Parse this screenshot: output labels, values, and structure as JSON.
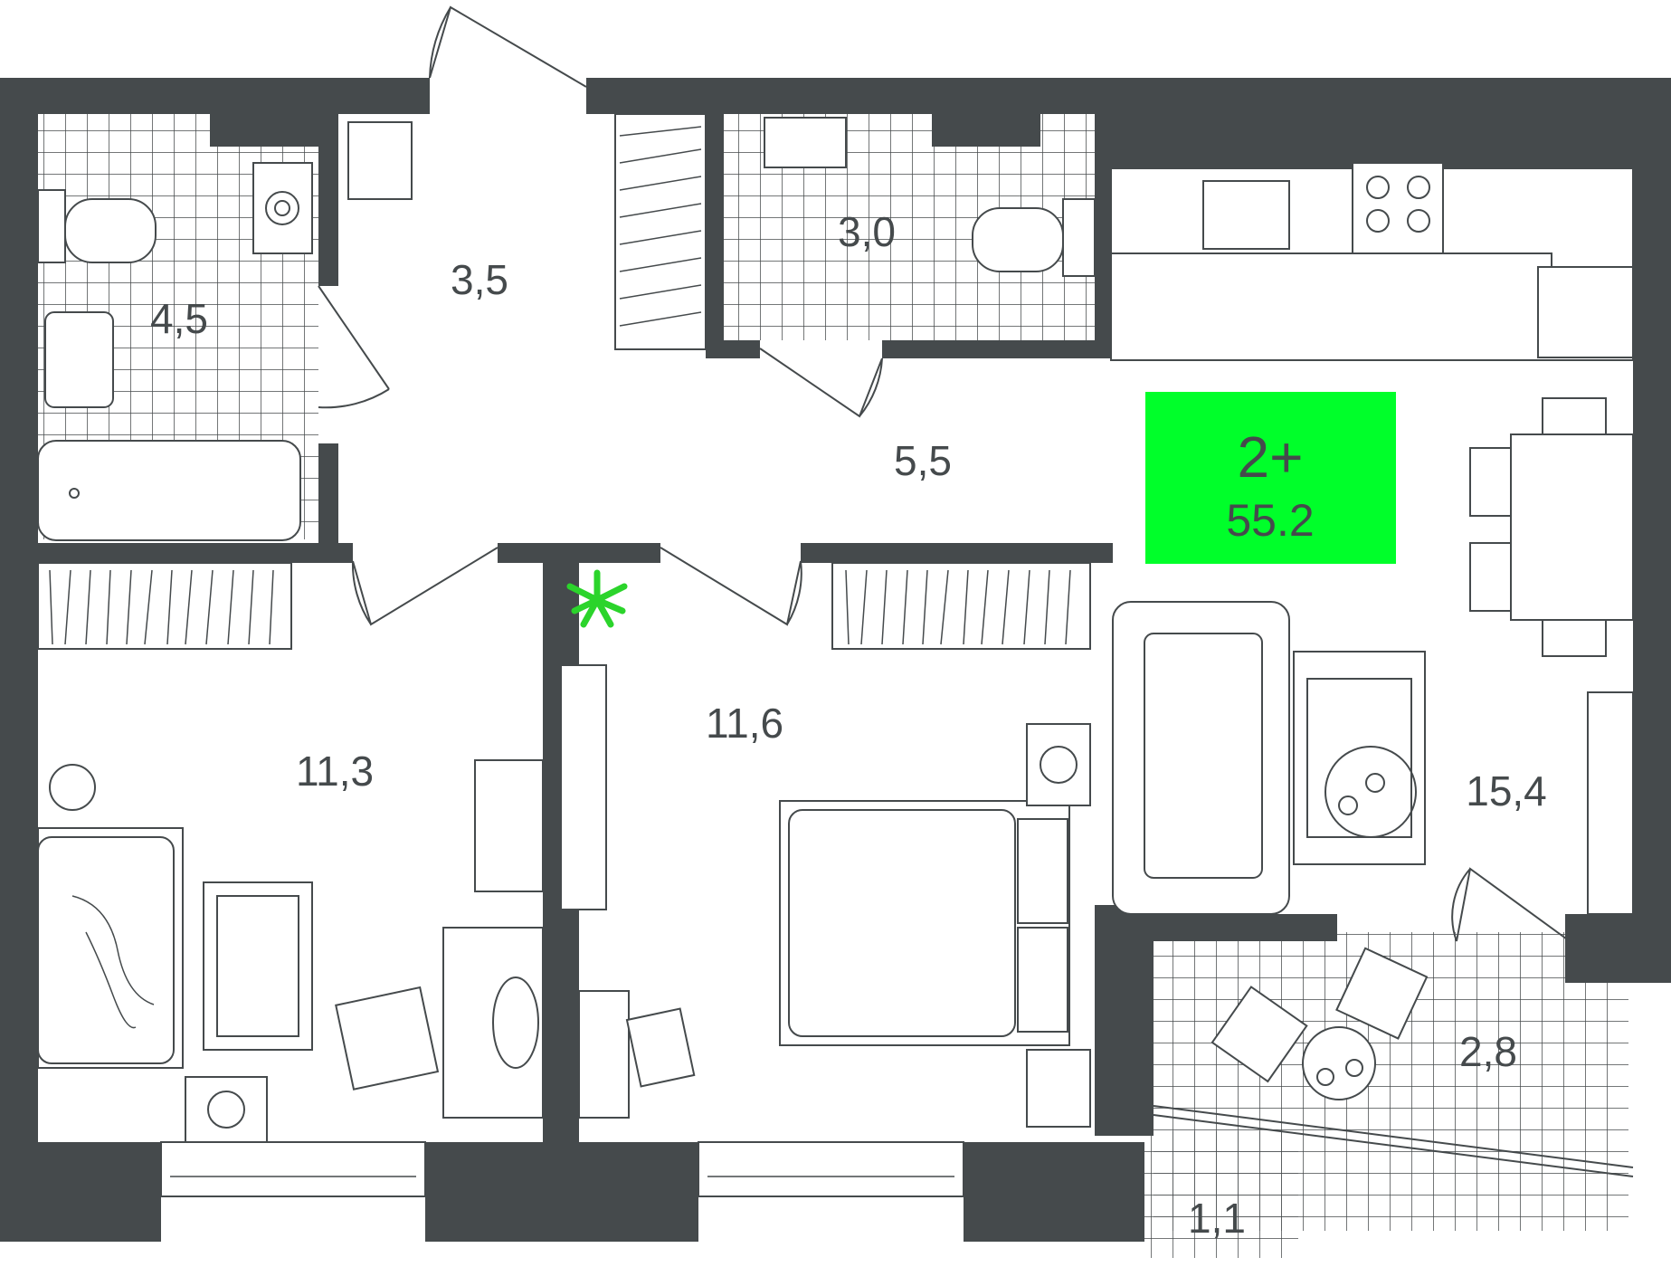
{
  "plan": {
    "badge": {
      "type": "2+",
      "total_area": "55.2",
      "color": "#00ff2a"
    },
    "wall_color": "#454a4c",
    "rooms": [
      {
        "id": "bathroom",
        "area": "4,5"
      },
      {
        "id": "hall",
        "area": "3,5"
      },
      {
        "id": "wc",
        "area": "3,0"
      },
      {
        "id": "corridor",
        "area": "5,5"
      },
      {
        "id": "bedroom-1",
        "area": "11,3"
      },
      {
        "id": "bedroom-2",
        "area": "11,6"
      },
      {
        "id": "kitchen-living",
        "area": "15,4"
      },
      {
        "id": "balcony-1",
        "area": "2,8"
      },
      {
        "id": "balcony-2",
        "area": "1,1"
      }
    ]
  }
}
